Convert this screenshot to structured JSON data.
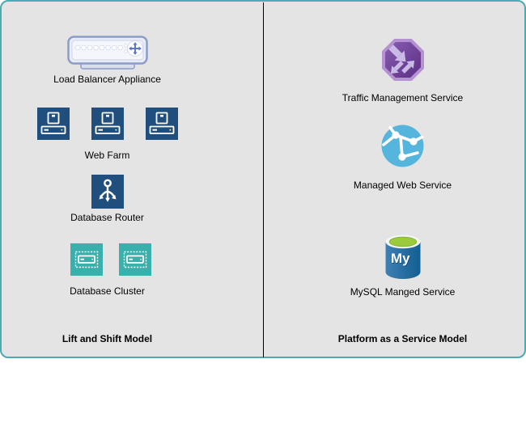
{
  "diagram": {
    "left_panel": {
      "title": "Lift and Shift Model",
      "items": [
        {
          "label": "Load Balancer Appliance",
          "icon": "load-balancer-appliance-icon"
        },
        {
          "label": "Web Farm",
          "icon": "web-server-icon",
          "count": 3
        },
        {
          "label": "Database Router",
          "icon": "database-router-icon"
        },
        {
          "label": "Database Cluster",
          "icon": "database-cluster-icon",
          "count": 2
        }
      ]
    },
    "right_panel": {
      "title": "Platform as a Service Model",
      "items": [
        {
          "label": "Traffic Management Service",
          "icon": "traffic-manager-icon"
        },
        {
          "label": "Managed Web Service",
          "icon": "web-globe-icon"
        },
        {
          "label": "MySQL Manged Service",
          "icon": "mysql-database-icon"
        }
      ]
    },
    "mysql_icon_text": "My",
    "colors": {
      "container_border": "#4AABB2",
      "container_bg": "#E5E4E4",
      "divider": "#000000",
      "navy_icon": "#204F7E",
      "teal_icon": "#3AB0AD",
      "purple_fill_light": "#8A5FB3",
      "purple_fill_dark": "#5A2C82",
      "purple_border": "#B491D1",
      "globe_blue": "#56B5DC",
      "mysql_blue_light": "#3E80B4",
      "mysql_blue_dark": "#125E92",
      "mysql_green": "#9BCB3C"
    }
  }
}
